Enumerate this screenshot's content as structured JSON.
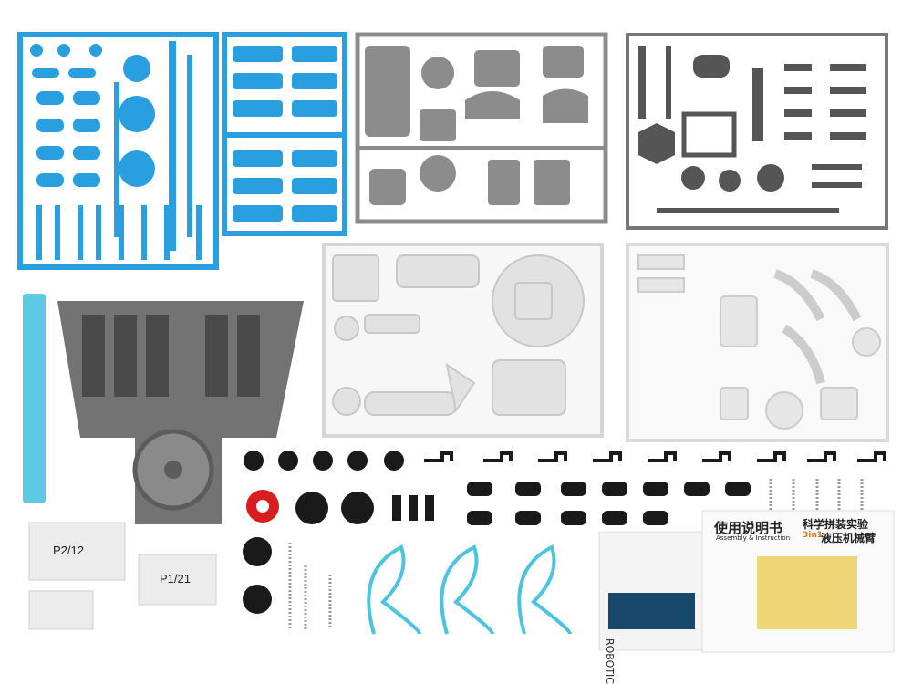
{
  "colors": {
    "blue_sprue": "#2a9fe0",
    "gray_sprue": "#8c8c8c",
    "dark_gray_base": "#6f6f6f",
    "white_sprue": "#e6e6e6",
    "black_part": "#1a1a1a",
    "red_part": "#d81e1e",
    "tube": "#4cc3e0",
    "spring": "#9a9a9a"
  },
  "bags": {
    "bag1_label": "P2/12",
    "bag2_label": "P1/21"
  },
  "manual": {
    "title_cn": "使用说明书",
    "subtitle_en": "Assembly & Instruction",
    "box_title": "科学拼装实验",
    "box_subtitle": "液压机械臂",
    "box_badge": "3in1",
    "side_text": "ROBOTIC"
  },
  "icons": [
    "blue-sprue-icon",
    "gray-sprue-icon",
    "white-sprue-icon",
    "spring-icon",
    "tube-icon",
    "black-ring-icon"
  ]
}
